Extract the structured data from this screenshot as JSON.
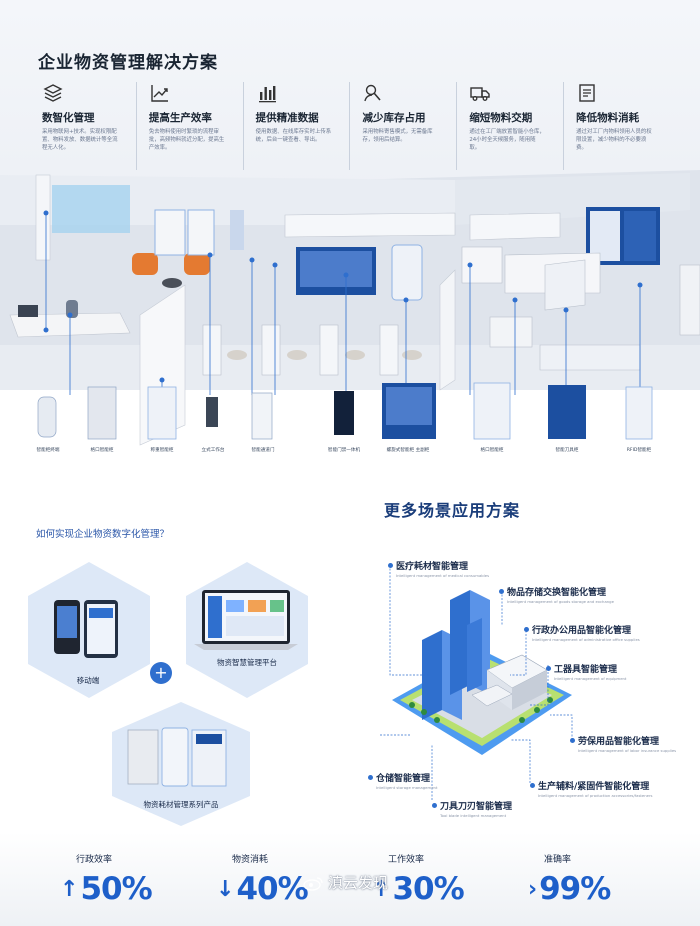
{
  "header": {
    "title": "企业物资管理解决方案"
  },
  "features": [
    {
      "icon": "layers-icon",
      "title": "数智化管理",
      "desc": "采用物联网+技术。实现权限配置、物料发放、数据统计等全流程无人化。"
    },
    {
      "icon": "trend-chart-icon",
      "title": "提高生产效率",
      "desc": "免去物料使用时繁琐的流程审批，高频物料就近分配，提高生产效率。"
    },
    {
      "icon": "bar-chart-icon",
      "title": "提供精准数据",
      "desc": "使用数据、在线库存实时上传系统，后台一键查看、导出。"
    },
    {
      "icon": "user-search-icon",
      "title": "减少库存占用",
      "desc": "采用物料寄售模式，无需备库存，领用后结算。"
    },
    {
      "icon": "truck-icon",
      "title": "缩短物料交期",
      "desc": "通过在工厂端放置智能小仓库，24小时全天候服务，随用随取。"
    },
    {
      "icon": "document-icon",
      "title": "降低物料消耗",
      "desc": "通过对工厂内物料领用人员的权限设置，减少物料的不必要浪费。"
    }
  ],
  "scene_labels": [
    "智能柜终端",
    "格口智能柜",
    "称重智能柜",
    "立式工作台",
    "智能通道门",
    "智能门禁一体机",
    "螺旋式智能柜 主副柜",
    "格口智能柜",
    "智能刀具柜",
    "RFID智能柜"
  ],
  "section2": {
    "title": "更多场景应用方案",
    "question": "如何实现企业物资数字化管理？",
    "products": [
      {
        "label": "移动端"
      },
      {
        "label": "物资智慧管理平台"
      },
      {
        "label": "物资耗材管理系列产品"
      }
    ],
    "plus": "+",
    "scenarios": [
      {
        "zh": "医疗耗材智能管理",
        "en": "Intelligent management of medical consumables"
      },
      {
        "zh": "物品存储交换智能化管理",
        "en": "Intelligent management of goods storage and exchange"
      },
      {
        "zh": "行政办公用品智能化管理",
        "en": "Intelligent management of administrative office supplies"
      },
      {
        "zh": "工器具智能管理",
        "en": "Intelligent management of equipment"
      },
      {
        "zh": "劳保用品智能化管理",
        "en": "Intelligent management of labor insurance supplies"
      },
      {
        "zh": "生产辅料/紧固件智能化管理",
        "en": "Intelligent management of production accessories/fasteners"
      },
      {
        "zh": "刀具刀刃智能管理",
        "en": "Tool blade intelligent management"
      },
      {
        "zh": "仓储智能管理",
        "en": "Intelligent storage management"
      }
    ]
  },
  "stats": [
    {
      "label": "行政效率",
      "arrow": "up",
      "value": "50%"
    },
    {
      "label": "物资消耗",
      "arrow": "down",
      "value": "40%"
    },
    {
      "label": "工作效率",
      "arrow": "up",
      "value": "30%"
    },
    {
      "label": "准确率",
      "arrow": "right",
      "value": "99%"
    }
  ],
  "watermark": "滇云发现",
  "colors": {
    "accent": "#1e5fc9",
    "title": "#1a3d7a",
    "hex_bg": "#dde8f7"
  }
}
